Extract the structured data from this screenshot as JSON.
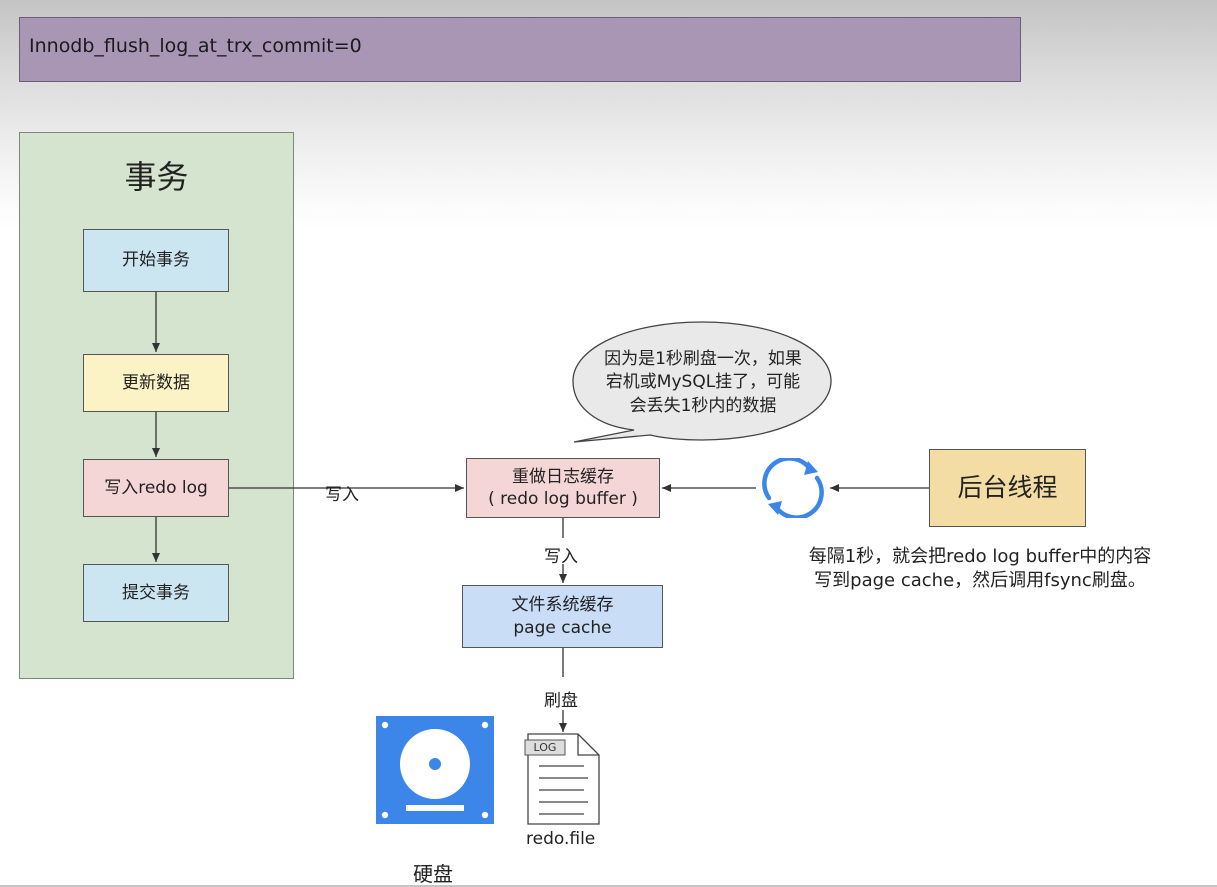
{
  "header": {
    "config_text": "Innodb_flush_log_at_trx_commit=0"
  },
  "transaction": {
    "title": "事务",
    "steps": [
      "开始事务",
      "更新数据",
      "写入redo log",
      "提交事务"
    ]
  },
  "redo_buffer": {
    "line1": "重做日志缓存",
    "line2": "( redo log buffer )"
  },
  "page_cache": {
    "line1": "文件系统缓存",
    "line2": "page cache"
  },
  "background_thread": {
    "label": "后台线程"
  },
  "labels": {
    "write_in_1": "写入",
    "write_in_2": "写入",
    "flush": "刷盘",
    "disk": "硬盘",
    "redo_file": "redo.file",
    "log_tag": "LOG"
  },
  "bubble": {
    "line1": "因为是1秒刷盘一次，如果",
    "line2": "宕机或MySQL挂了，可能",
    "line3": "会丢失1秒内的数据"
  },
  "note": {
    "line1": "每隔1秒，就会把redo log buffer中的内容",
    "line2": "写到page cache，然后调用fsync刷盘。"
  },
  "colors": {
    "config_bar": "#a996b4",
    "transaction_panel": "#d5e4cf",
    "step_blue": "#cce6f1",
    "step_yellow": "#fbf3c6",
    "step_pink": "#f5d6d6",
    "page_cache": "#c9ddf6",
    "background_thread": "#f4dda5",
    "disk_icon": "#3b86e8",
    "cycle_icon": "#3b86e8"
  }
}
